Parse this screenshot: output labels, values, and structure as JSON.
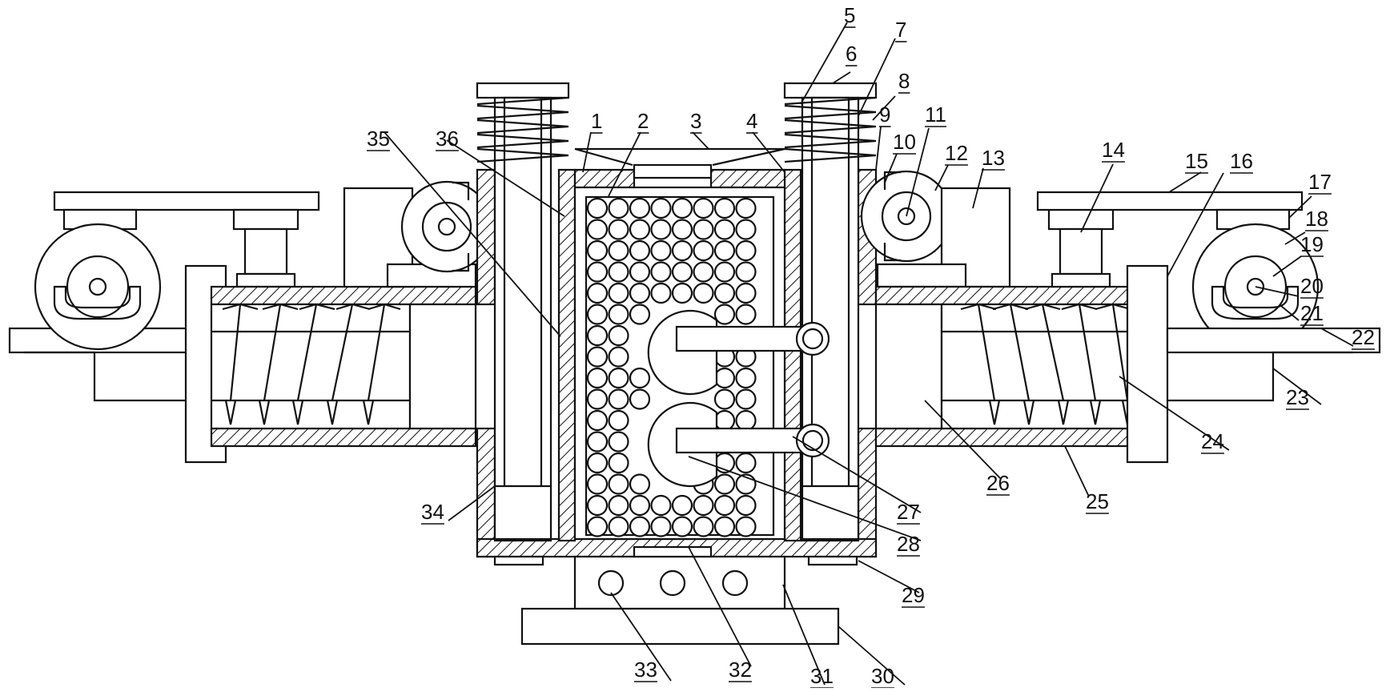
{
  "figure": {
    "callouts": [
      "1",
      "2",
      "3",
      "4",
      "5",
      "6",
      "7",
      "8",
      "9",
      "10",
      "11",
      "12",
      "13",
      "14",
      "15",
      "16",
      "17",
      "18",
      "19",
      "20",
      "21",
      "22",
      "23",
      "24",
      "25",
      "26",
      "27",
      "28",
      "29",
      "30",
      "31",
      "32",
      "33",
      "34",
      "35",
      "36"
    ]
  },
  "colors": {
    "line": "#111111",
    "background": "#ffffff"
  }
}
